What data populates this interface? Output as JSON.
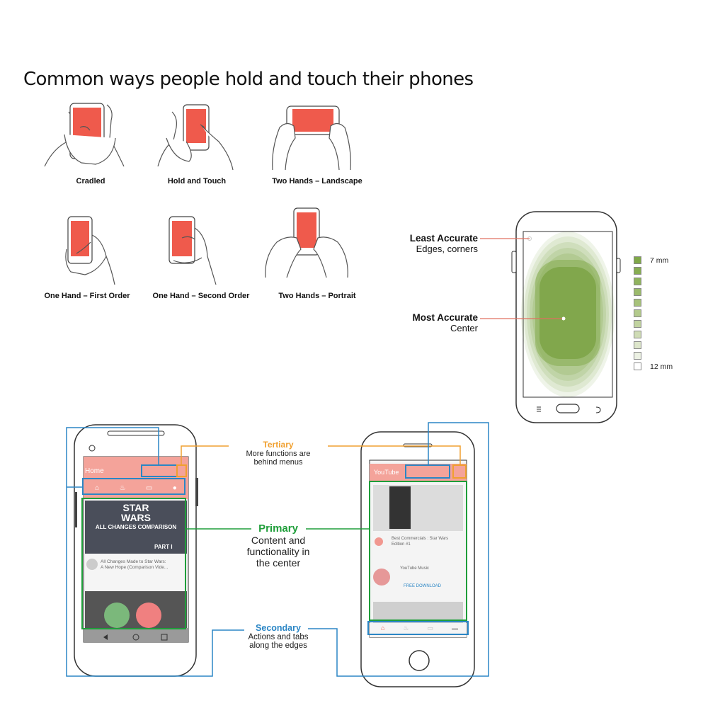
{
  "title": "Common ways people hold and touch their phones",
  "grips": [
    {
      "label": "Cradled",
      "icon": "cradled-grip-icon"
    },
    {
      "label": "Hold and Touch",
      "icon": "hold-and-touch-grip-icon"
    },
    {
      "label": "Two Hands – Landscape",
      "icon": "two-hands-landscape-grip-icon"
    },
    {
      "label": "One Hand – First Order",
      "icon": "one-hand-first-order-grip-icon"
    },
    {
      "label": "One Hand – Second Order",
      "icon": "one-hand-second-order-grip-icon"
    },
    {
      "label": "Two Hands – Portrait",
      "icon": "two-hands-portrait-grip-icon"
    }
  ],
  "accuracy": {
    "least": {
      "head": "Least Accurate",
      "sub": "Edges, corners"
    },
    "most": {
      "head": "Most Accurate",
      "sub": "Center"
    },
    "legend": {
      "min_label": "7 mm",
      "max_label": "12 mm",
      "steps": 11
    }
  },
  "zones": {
    "tertiary": {
      "head": "Tertiary",
      "line1": "More functions are",
      "line2": "behind menus"
    },
    "primary": {
      "head": "Primary",
      "line1": "Content and",
      "line2": "functionality in",
      "line3": "the center"
    },
    "secondary": {
      "head": "Secondary",
      "line1": "Actions and tabs",
      "line2": "along the edges"
    }
  },
  "android_screen": {
    "app_title": "Home",
    "banner_line1": "STAR",
    "banner_line2": "WARS",
    "banner_line3": "ALL CHANGES COMPARISON",
    "banner_tag": "PART I",
    "video_title": "All Changes Made to Star Wars:",
    "video_title2": "A New Hope (Comparison Vide..."
  },
  "iphone_screen": {
    "app_title": "YouTube",
    "video_title": "Best Commercials : Star Wars",
    "video_title2": "Edition #1",
    "music_title": "YouTube Music",
    "music_action": "FREE DOWNLOAD"
  },
  "colors": {
    "screen_red": "#ef5a4c",
    "green": "#1f9e3a",
    "blue": "#2b86c5",
    "orange": "#f0a030",
    "accuracy_green": "#7fa848",
    "pointer_red": "#e07060"
  }
}
